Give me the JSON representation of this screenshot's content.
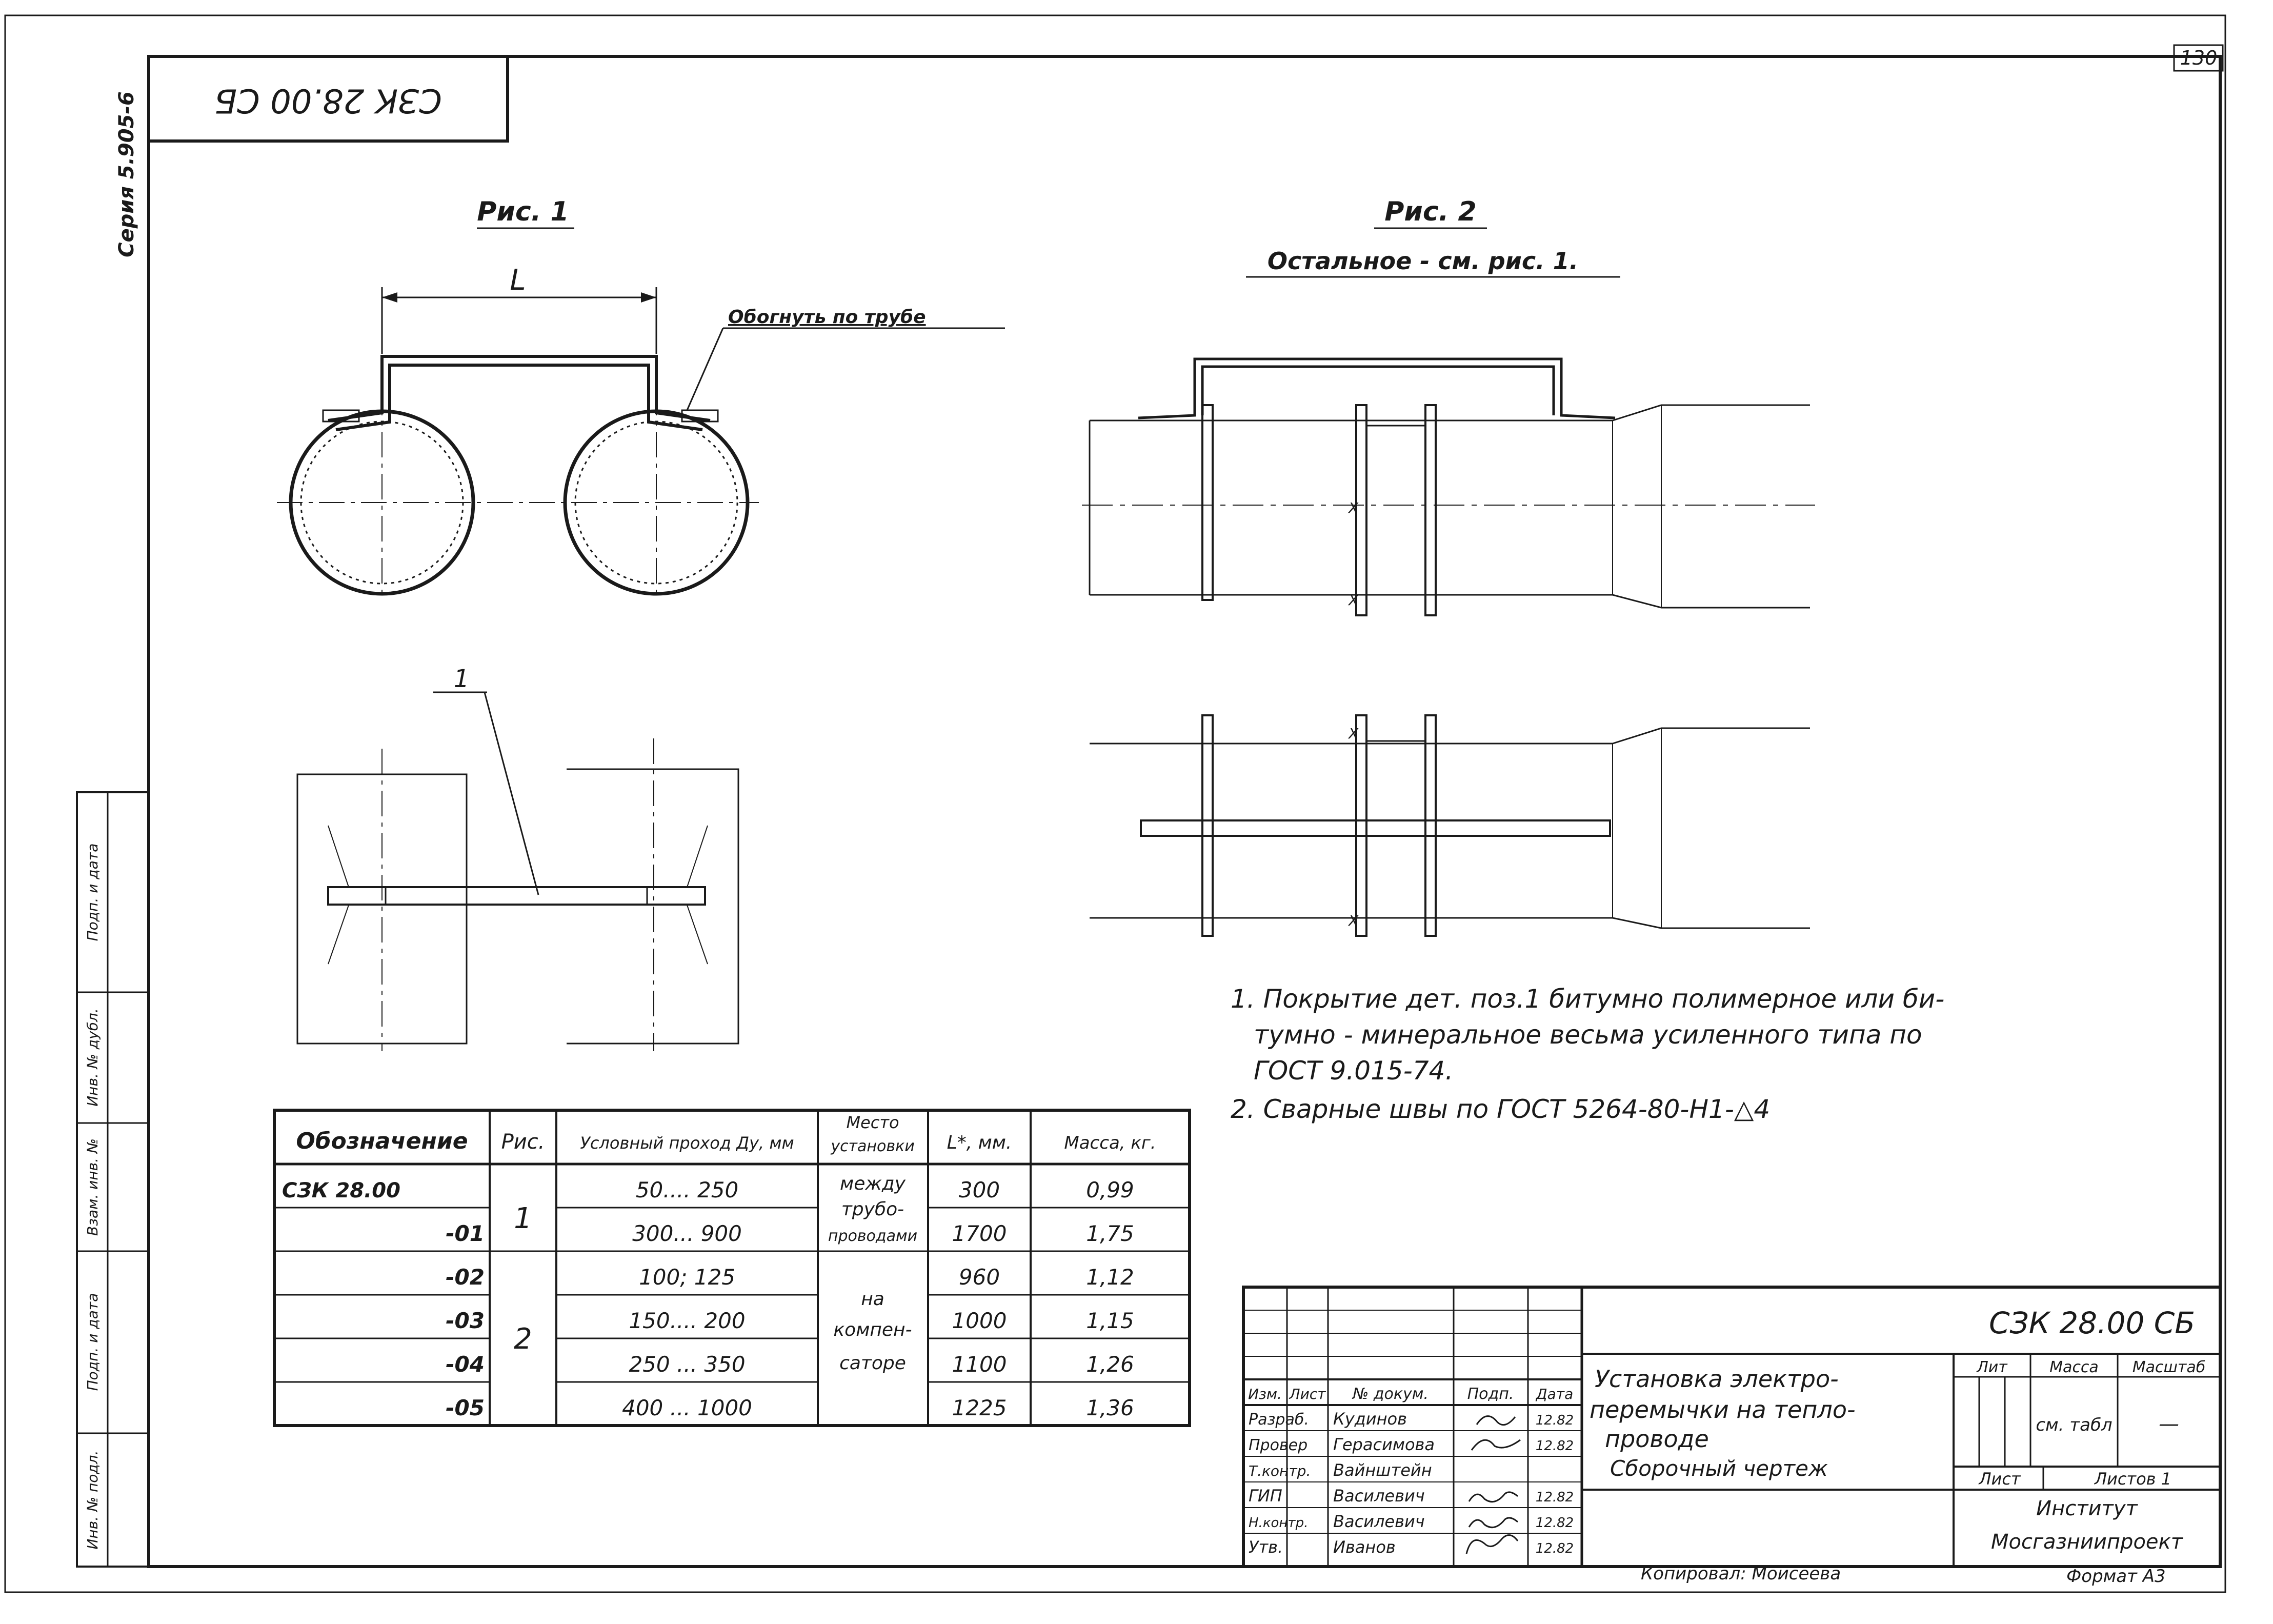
{
  "sheet": {
    "page_number": "130",
    "code_stamp": "СЗК 28.00 СБ",
    "series": "Серия 5.905-6",
    "copied_by": "Копировал: Моисеева",
    "format": "Формат А3"
  },
  "side_stamps": [
    "Подп. и дата",
    "Инв. № дубл.",
    "Взам. инв. №",
    "Подп. и дата",
    "Инв. № подл."
  ],
  "fig1": {
    "title": "Рис. 1",
    "dim_label": "L",
    "callout": "Обогнуть по трубе",
    "position": "1"
  },
  "fig2": {
    "title": "Рис. 2",
    "subtitle": "Остальное - см. рис. 1."
  },
  "notes": [
    "1. Покрытие дет. поз.1 битумно полимерное или би-",
    "тумно - минеральное весьма усиленного типа по",
    "ГОСТ 9.015-74.",
    "2. Сварные швы по ГОСТ 5264-80-Н1-△4"
  ],
  "table": {
    "headers": {
      "designation": "Обозначение",
      "fig": "Рис.",
      "nominal_bore": "Условный проход Ду, мм",
      "place_top": "Место",
      "place_bottom": "установки",
      "length": "L*, мм.",
      "mass": "Масса, кг."
    },
    "rows": [
      {
        "designation": "СЗК 28.00",
        "nominal_bore": "50.... 250",
        "length": "300",
        "mass": "0,99"
      },
      {
        "designation": "-01",
        "nominal_bore": "300... 900",
        "length": "1700",
        "mass": "1,75"
      },
      {
        "designation": "-02",
        "nominal_bore": "100; 125",
        "length": "960",
        "mass": "1,12"
      },
      {
        "designation": "-03",
        "nominal_bore": "150.... 200",
        "length": "1000",
        "mass": "1,15"
      },
      {
        "designation": "-04",
        "nominal_bore": "250 ... 350",
        "length": "1100",
        "mass": "1,26"
      },
      {
        "designation": "-05",
        "nominal_bore": "400 ... 1000",
        "length": "1225",
        "mass": "1,36"
      }
    ],
    "fig_groups": [
      {
        "label": "1"
      },
      {
        "label": "2"
      }
    ],
    "place_groups": [
      {
        "lines": [
          "между",
          "трубо-",
          "проводами"
        ]
      },
      {
        "lines": [
          "на",
          "компен-",
          "саторе"
        ]
      }
    ]
  },
  "title_block": {
    "doc_code": "СЗК 28.00 СБ",
    "title_lines": [
      "Установка электро-",
      "перемычки на тепло-",
      "проводе"
    ],
    "subtitle": "Сборочный чертеж",
    "header_cells": [
      "Изм.",
      "Лист",
      "№ докум.",
      "Подп.",
      "Дата"
    ],
    "staff": [
      {
        "role": "Разраб.",
        "name": "Кудинов",
        "date": "12.82"
      },
      {
        "role": "Провер",
        "name": "Герасимова",
        "date": "12.82"
      },
      {
        "role": "Т.контр.",
        "name": "Вайнштейн",
        "date": ""
      },
      {
        "role": "ГИП",
        "name": "Василевич",
        "date": "12.82"
      },
      {
        "role": "Н.контр.",
        "name": "Василевич",
        "date": "12.82"
      },
      {
        "role": "Утв.",
        "name": "Иванов",
        "date": "12.82"
      }
    ],
    "lit_label": "Лит",
    "mass_label": "Масса",
    "scale_label": "Масштаб",
    "mass_value": "см. табл",
    "scale_value": "—",
    "sheet_label": "Лист",
    "sheets_label": "Листов 1",
    "org_line1": "Институт",
    "org_line2": "Мосгазниипроект"
  }
}
